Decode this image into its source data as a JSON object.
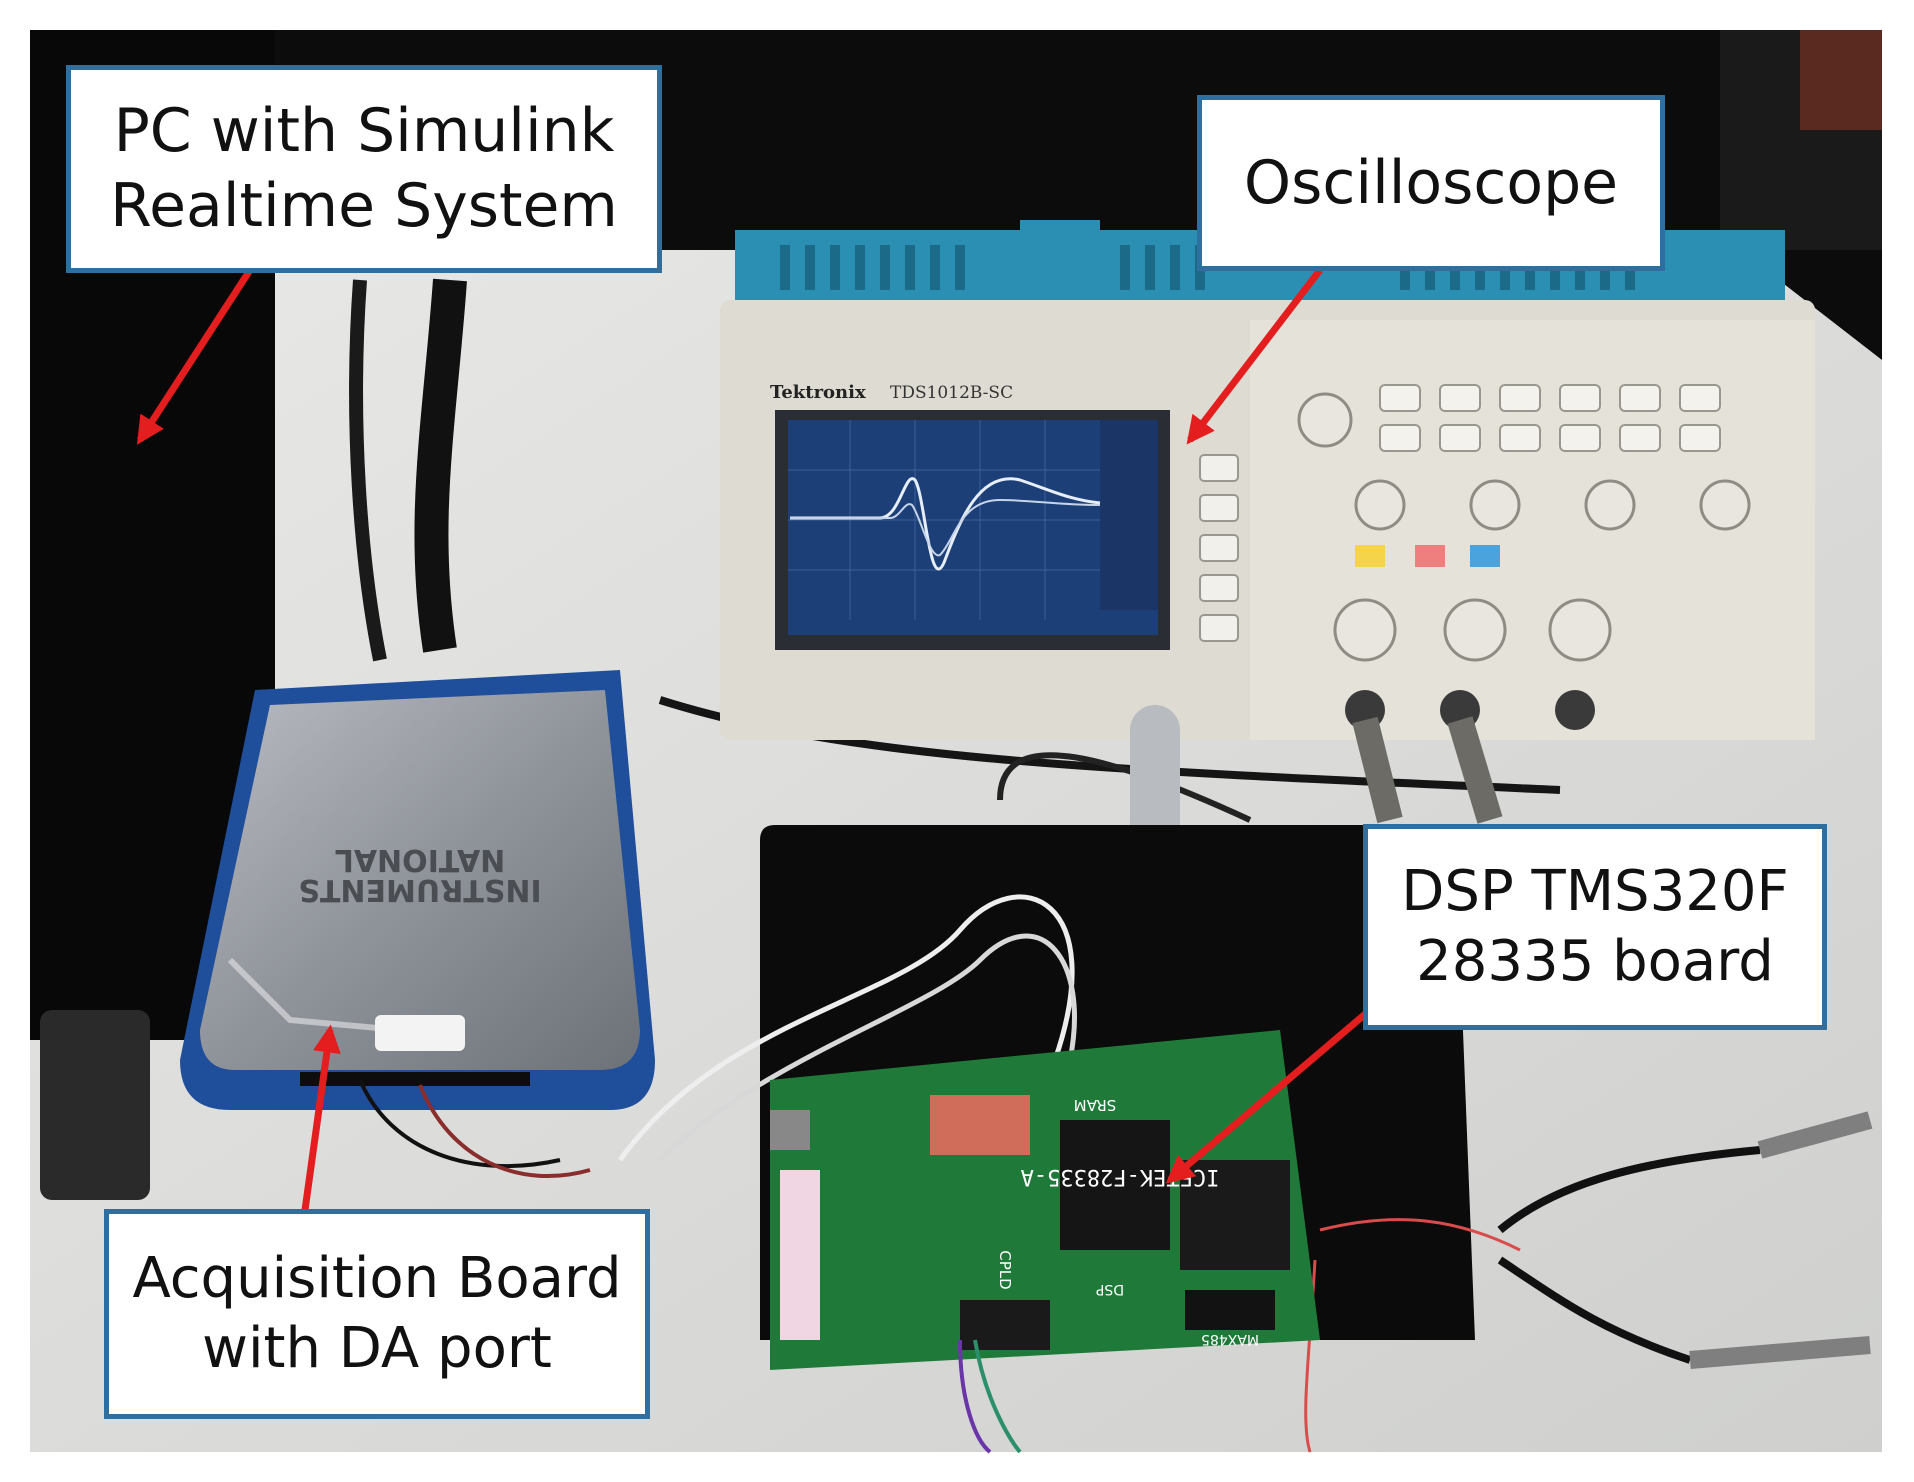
{
  "annotations": {
    "pc": {
      "line1": "PC with Simulink",
      "line2": "Realtime System"
    },
    "oscilloscope": {
      "line1": "Oscilloscope"
    },
    "dsp": {
      "line1": "DSP TMS320F",
      "line2": "28335 board"
    },
    "acquisition": {
      "line1": "Acquisition Board",
      "line2": "with DA port"
    }
  },
  "device_labels": {
    "oscilloscope_brand": "Tektronix",
    "oscilloscope_model": "TDS1012B-SC",
    "daq_brand_line1": "NATIONAL",
    "daq_brand_line2": "INSTRUMENTS",
    "board_model": "ICETEK-F28335-A",
    "chip_label": "CPLD",
    "dsp_label": "DSP",
    "sram_label": "SRAM",
    "rs_label": "MAX485"
  },
  "colors": {
    "callout_border": "#2f6f9f",
    "arrow": "#e41e1e",
    "pcb": "#1f7a3a",
    "oscilloscope_body": "#dedbd2",
    "oscilloscope_accent": "#2b8fb3"
  },
  "icons": {
    "arrow": "arrow-icon"
  }
}
